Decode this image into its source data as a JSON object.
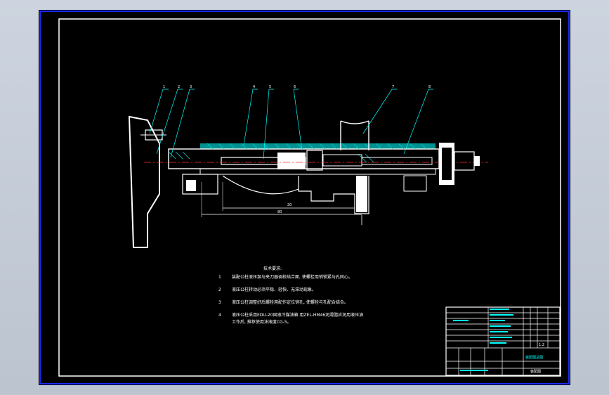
{
  "colors": {
    "background": "#c4ccd8",
    "sheet": "#000000",
    "outer_border": "#1a2cff",
    "frame": "#ffffff",
    "hatch": "#00d0d0",
    "centerline": "#ff3030",
    "leader": "#00ffff",
    "table_accent": "#00ffff"
  },
  "balloons": [
    "1",
    "2",
    "3",
    "4",
    "5",
    "6",
    "7",
    "8"
  ],
  "dimensions": [
    "20",
    "80"
  ],
  "notes": {
    "title": "技术要求:",
    "items": [
      {
        "num": "1",
        "text": "装配公柱液压泵与夹刀器调校结合面, 使螺栓用销锁紧与孔同心。"
      },
      {
        "num": "2",
        "text": "液压公柱转动必须平稳、轻快、无滞动现象。"
      },
      {
        "num": "3",
        "text": "液压公柱调整好后螺栓用配作定位销孔, 使螺栓与孔配合结合。"
      },
      {
        "num": "4",
        "text": "液压公柱采用EDU-20固液冷媒油箱 用ZEL-HM46润滑脂应润用液压油"
      },
      {
        "num": "",
        "text": "工作后, 推荐使用油液度CG-5。"
      }
    ]
  },
  "title_block": {
    "drawing_name": "装配图总图",
    "scale_label": "1:2",
    "sheet_label": "装配图"
  }
}
